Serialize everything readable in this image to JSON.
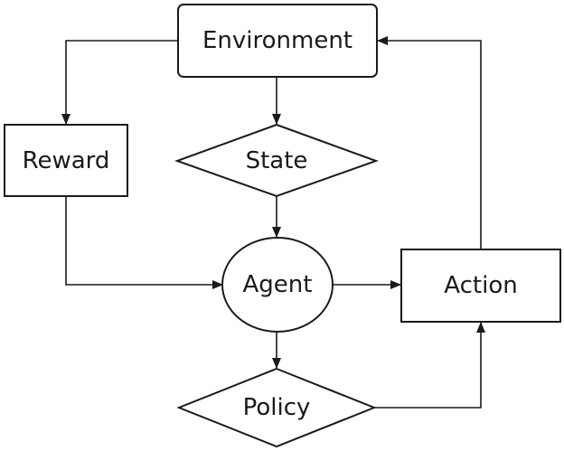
{
  "diagram": {
    "nodes": {
      "environment": "Environment",
      "reward": "Reward",
      "state": "State",
      "agent": "Agent",
      "action": "Action",
      "policy": "Policy"
    },
    "edges": [
      {
        "from": "Environment",
        "to": "Reward"
      },
      {
        "from": "Environment",
        "to": "State"
      },
      {
        "from": "State",
        "to": "Agent"
      },
      {
        "from": "Reward",
        "to": "Agent"
      },
      {
        "from": "Agent",
        "to": "Action"
      },
      {
        "from": "Agent",
        "to": "Policy"
      },
      {
        "from": "Policy",
        "to": "Action"
      },
      {
        "from": "Action",
        "to": "Environment"
      }
    ],
    "colors": {
      "stroke": "#1a1a1a",
      "background": "#ffffff"
    }
  }
}
